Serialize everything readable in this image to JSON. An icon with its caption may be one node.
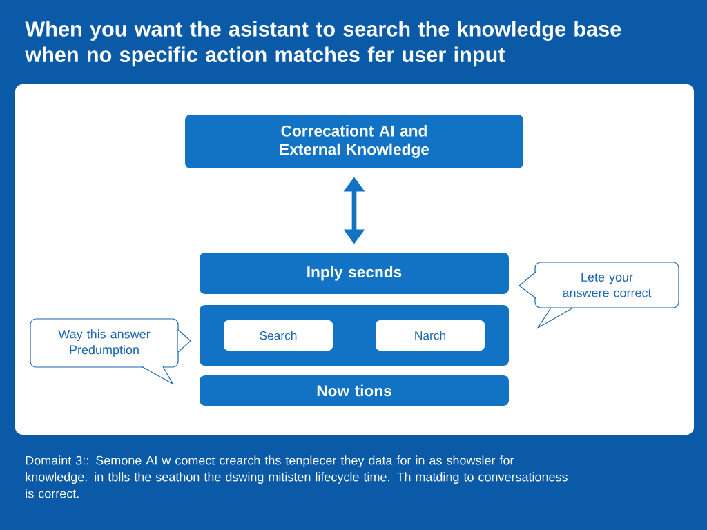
{
  "diagram": {
    "title": "When you want the asistant to search the knowledge base when no specific action matches fer user input",
    "caption": "Domaint 3:: Semone AI w comect crearch ths tenplecer they data for in as showsler for knowledge. in tblls the seathon the dswing mitisten lifecycle time. Th matding to conversationess is correct.",
    "nodes": [
      {
        "text": [
          "Correcationt AI and External Knowledge"
        ]
      },
      {
        "text": [
          "Inply secnds"
        ]
      },
      {
        "text": [],
        "shape": "box"
      },
      {
        "text": [
          "Search"
        ],
        "in": 2
      },
      {
        "text": [
          "Narch"
        ],
        "in": 2
      },
      {
        "text": [
          "Now tions"
        ]
      },
      {
        "text": [
          "Way this answer Predumption"
        ]
      },
      {
        "text": [
          "Lete your answere correct"
        ]
      }
    ],
    "edges": [
      {
        "from": 0,
        "to": 1,
        "arrow": "both"
      }
    ]
  }
}
